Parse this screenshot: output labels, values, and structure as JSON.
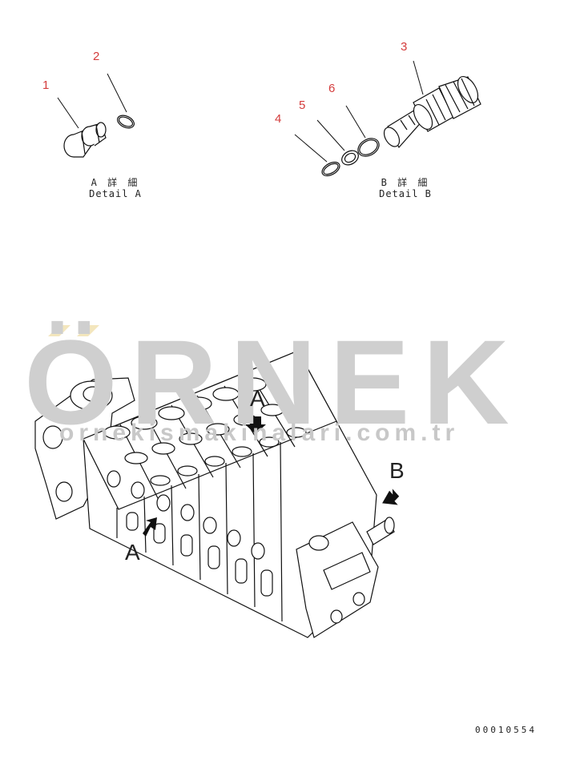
{
  "callouts": [
    "1",
    "2",
    "3",
    "4",
    "5",
    "6"
  ],
  "detail_a": {
    "line1": "A 詳 細",
    "line2": "Detail A"
  },
  "detail_b": {
    "line1": "B 詳 細",
    "line2": "Detail B"
  },
  "view_letters": {
    "a_top": "A",
    "a_side": "A",
    "b": "B"
  },
  "watermark": {
    "brand": "ÖRNEK",
    "url": "ornekismakinalari.com.tr"
  },
  "drawing_number": "00010554",
  "colors": {
    "callout": "#d43c3c",
    "line": "#111111",
    "watermark": "#cfcfcf",
    "watermark_accent": "#f2e3b3"
  }
}
